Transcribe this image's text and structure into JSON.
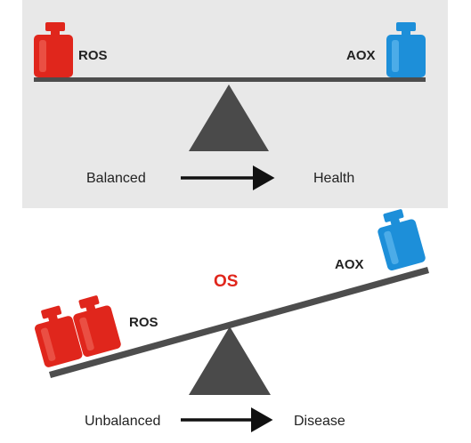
{
  "balanced_panel": {
    "left_label": "ROS",
    "right_label": "AOX",
    "state_label": "Balanced",
    "outcome_label": "Health"
  },
  "unbalanced_panel": {
    "center_label": "OS",
    "left_label": "ROS",
    "right_label": "AOX",
    "state_label": "Unbalanced",
    "outcome_label": "Disease"
  },
  "colors": {
    "ros_weight": "#e0261c",
    "aox_weight": "#1d8fd9",
    "fulcrum": "#4a4a4a",
    "beam": "#4d4d4d",
    "os_text": "#e0261c",
    "panel_bg": "#e8e8e8",
    "text": "#222222"
  }
}
